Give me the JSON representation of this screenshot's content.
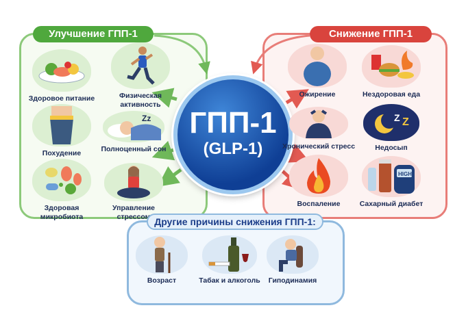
{
  "center": {
    "title": "ГПП-1",
    "subtitle": "(GLP-1)"
  },
  "improve": {
    "title": "Улучшение ГПП-1",
    "items": [
      "Здоровое питание",
      "Физическая активность",
      "Похудение",
      "Полноценный сон",
      "Здоровая микробиота",
      "Управление стрессом"
    ]
  },
  "decrease": {
    "title": "Снижение ГПП-1",
    "items": [
      "Ожирение",
      "Нездоровая еда",
      "Хронический стресс",
      "Недосып",
      "Воспаление",
      "Сахарный диабет"
    ],
    "high_label": "HIGH"
  },
  "other": {
    "title": "Другие  причины снижения ГПП-1:",
    "items": [
      "Возраст",
      "Табак и алкоголь",
      "Гиподинамия"
    ]
  },
  "colors": {
    "green": "#4fa83d",
    "red": "#d9443d",
    "blue": "#0f3f95"
  }
}
